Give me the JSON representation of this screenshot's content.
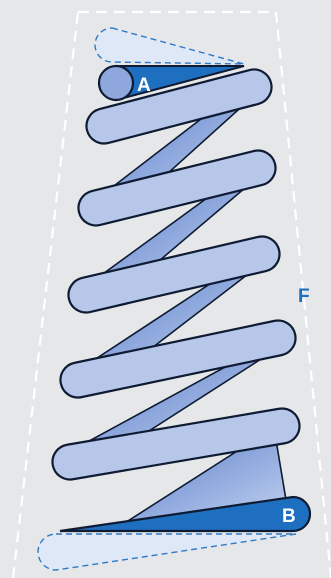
{
  "labels": {
    "top_end": "A",
    "bottom_end": "B",
    "force": "F"
  },
  "colors": {
    "background": "#e6e7e8",
    "coil_fill": "#b6c7ea",
    "coil_stroke": "#0f1b33",
    "back_face_dark": "#5a7fcb",
    "back_face_light": "#c4d3f0",
    "end_plate": "#1f6fc1",
    "outline_dashed": "#ffffff",
    "ghost_coil": "#dfe8f6",
    "ghost_stroke": "#2f79c7",
    "label_on_dark": "#ffffff",
    "label_force": "#1f6fc1"
  },
  "icons": {
    "spring": "helical-compression-spring",
    "end_top": "ground-end-top",
    "end_bottom": "ground-end-bottom"
  }
}
